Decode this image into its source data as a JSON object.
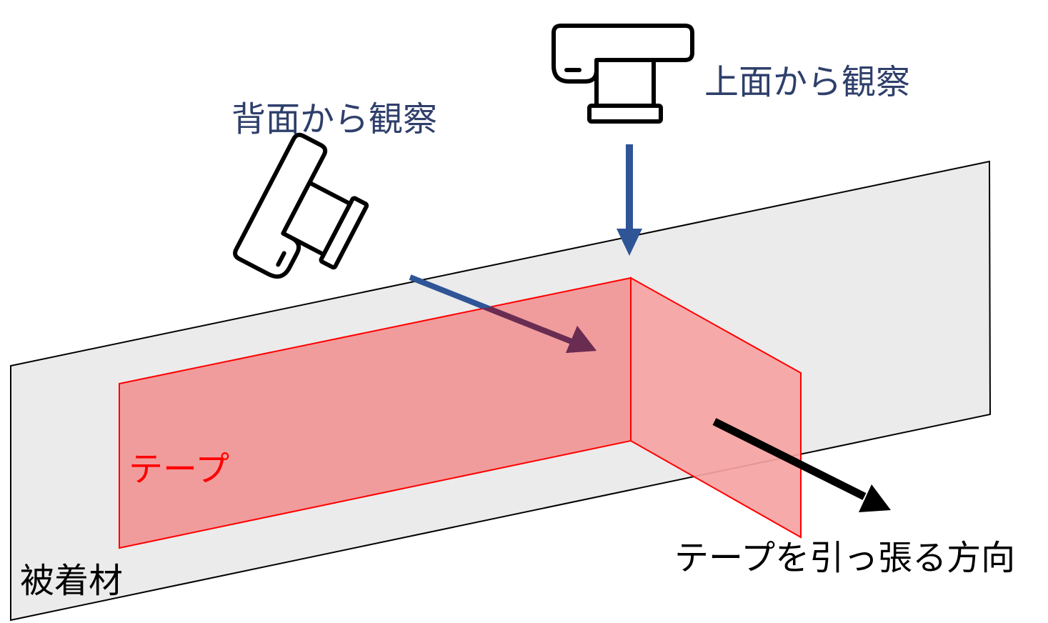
{
  "labels": {
    "top_view": "上面から観察",
    "back_view": "背面から観察",
    "tape": "テープ",
    "pull_direction": "テープを引っ張る方向",
    "substrate": "被着材"
  },
  "colors": {
    "substrate_fill": "#ebebeb",
    "substrate_stroke": "#000000",
    "tape_fill": "#f19c9c",
    "tape_flap_fill": "#f6a3a3",
    "tape_stroke": "#ff0000",
    "tape_label": "#ff0000",
    "view_label": "#2f3f6b",
    "view_arrow": "#2f5597",
    "back_arrow_on_tape": "#6b2c52",
    "pull_arrow": "#000000",
    "camera_stroke": "#000000"
  },
  "icons": {
    "top_camera": "camera-icon",
    "back_camera": "camera-icon"
  }
}
